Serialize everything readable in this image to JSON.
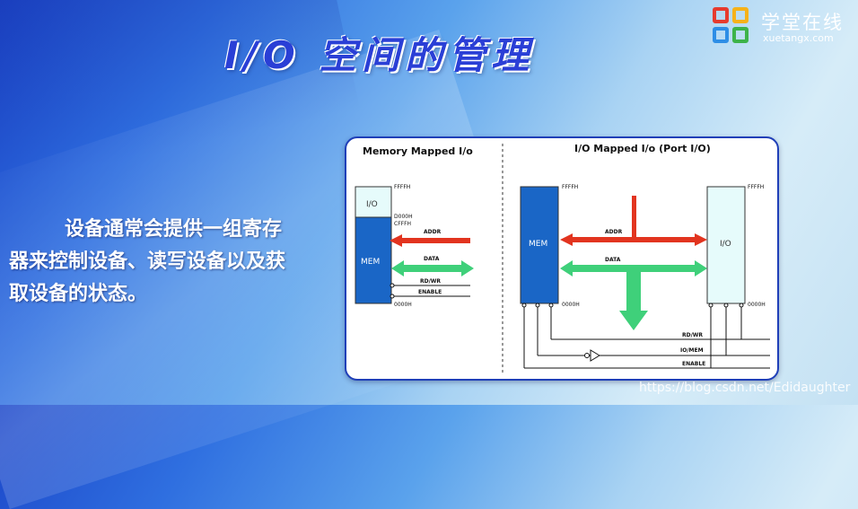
{
  "slide": {
    "title": "I/O 空间的管理",
    "logo": {
      "cn": "学堂在线",
      "en": "xuetangx.com",
      "colors": [
        "#e63b2e",
        "#f6b21a",
        "#2e8ee6",
        "#3db34a"
      ]
    },
    "description_lines": [
      "设备通常会提供一组寄存",
      "器来控制设备、读写设备以及获",
      "取设备的状态。"
    ],
    "watermark": "https://blog.csdn.net/Edidaughter"
  },
  "diagram": {
    "colors": {
      "mem": "#1a66c6",
      "io": "#e6fbfb",
      "addr_arrow": "#e2341f",
      "data_arrow": "#3fd07a",
      "border": "#1f3fb8"
    },
    "left": {
      "heading": "Memory Mapped I/o",
      "io_label": "I/O",
      "mem_label": "MEM",
      "addr_ffffh": "FFFFH",
      "addr_d000h": "D000H",
      "addr_cfffh": "CFFFH",
      "addr_0000h": "0000H",
      "addr_label": "ADDR",
      "data_label": "DATA",
      "rdwr_label": "RD/WR",
      "enable_label": "ENABLE"
    },
    "right": {
      "heading": "I/O Mapped I/o (Port I/O)",
      "mem_label": "MEM",
      "io_label": "I/O",
      "mem_ffffh": "FFFFH",
      "mem_0000h": "0000H",
      "io_ffffh": "FFFFH",
      "io_0000h": "0000H",
      "addr_label": "ADDR",
      "data_label": "DATA",
      "rdwr_label": "RD/WR",
      "iomem_label": "IO/MEM",
      "enable_label": "ENABLE"
    }
  }
}
